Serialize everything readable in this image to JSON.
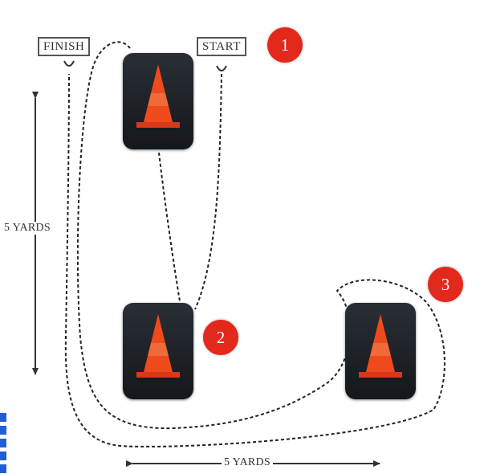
{
  "labels": {
    "finish": "FINISH",
    "start": "START",
    "vertical_distance": "5 YARDS",
    "horizontal_distance": "5 YARDS"
  },
  "cones": [
    {
      "number": "1"
    },
    {
      "number": "2"
    },
    {
      "number": "3"
    }
  ],
  "colors": {
    "badge": "#e3281c",
    "cone": "#ef4a1c",
    "tile": "#1c2026",
    "path": "#222222"
  }
}
